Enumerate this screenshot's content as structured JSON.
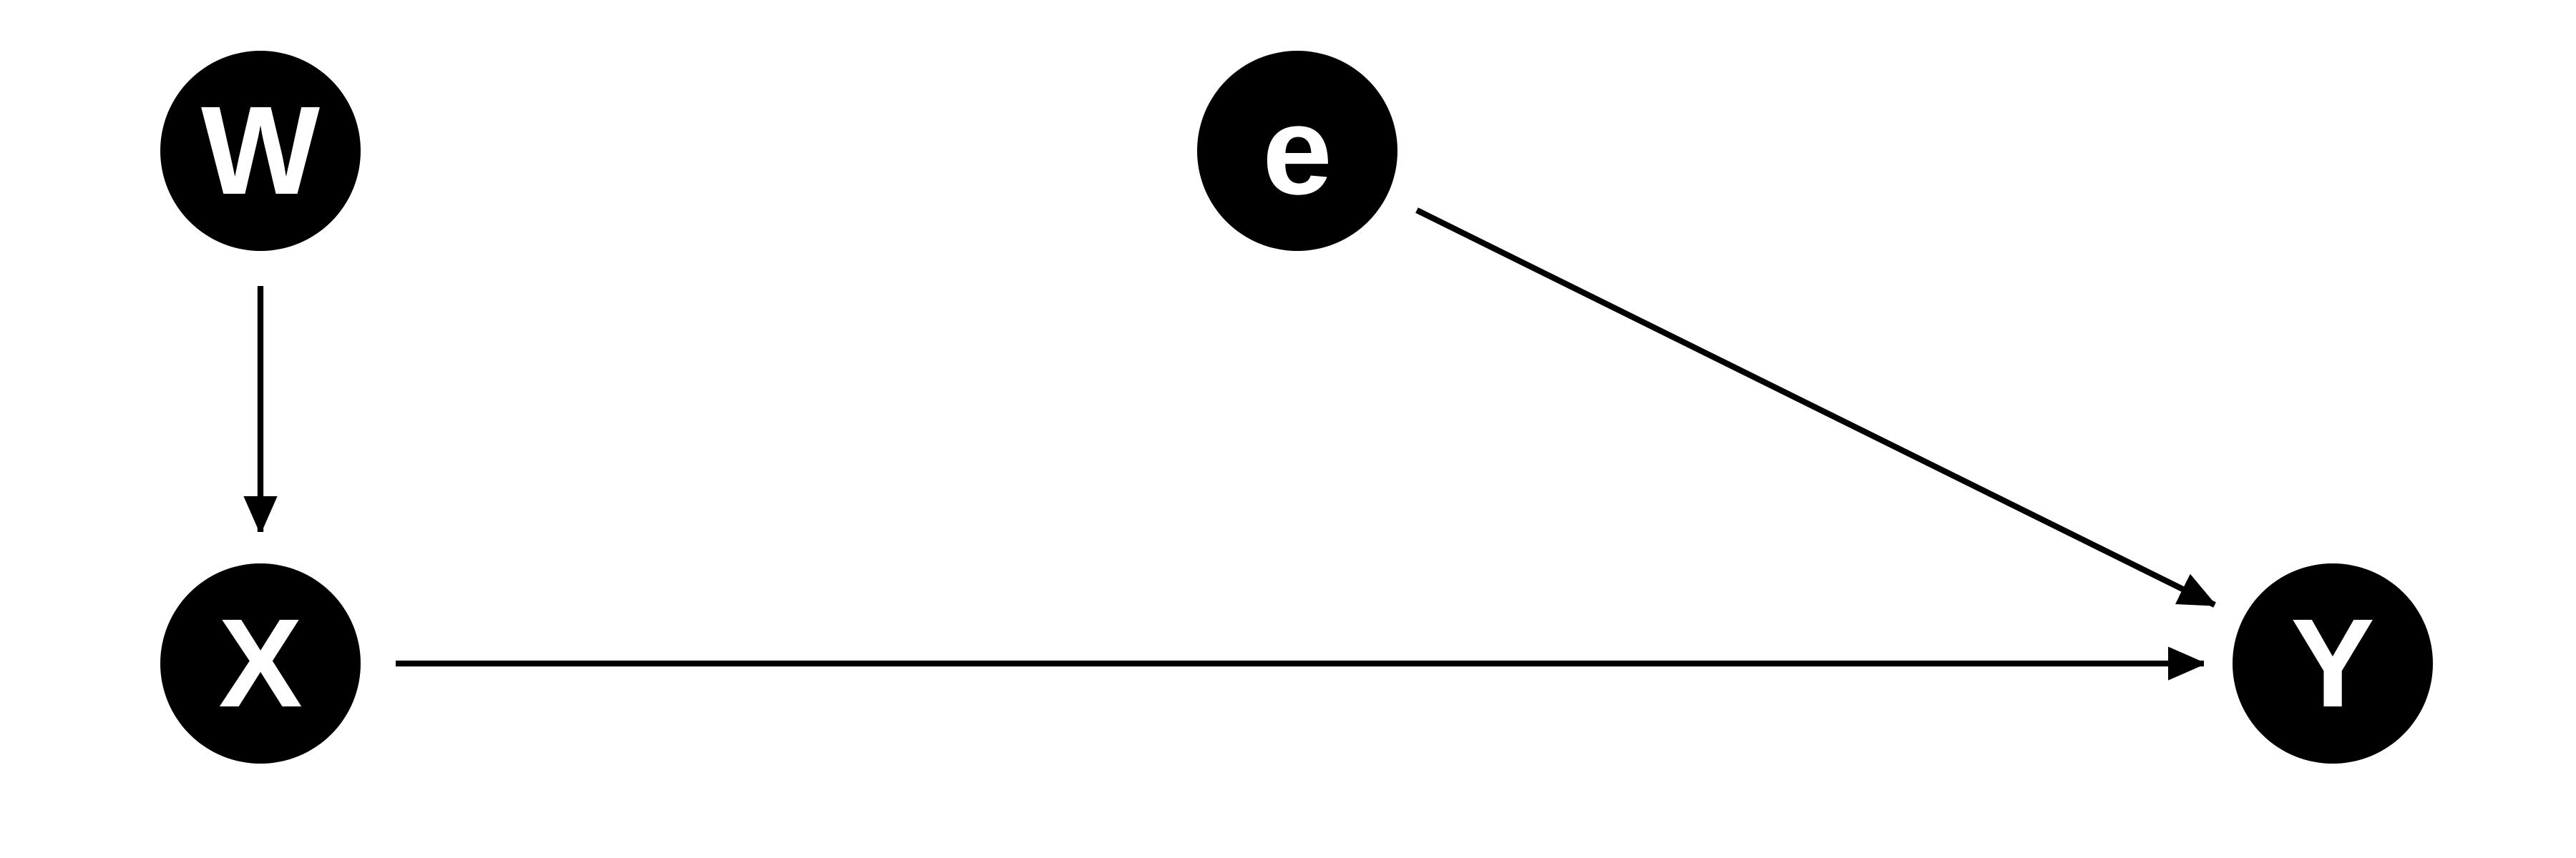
{
  "diagram": {
    "colors": {
      "background": "#ffffff",
      "node_fill": "#000000",
      "node_text": "#ffffff",
      "edge": "#000000"
    },
    "nodes": {
      "w": {
        "label": "W"
      },
      "e": {
        "label": "e"
      },
      "x": {
        "label": "X"
      },
      "y": {
        "label": "Y"
      }
    },
    "edges": [
      {
        "from": "W",
        "to": "X"
      },
      {
        "from": "e",
        "to": "Y"
      },
      {
        "from": "X",
        "to": "Y"
      }
    ]
  }
}
